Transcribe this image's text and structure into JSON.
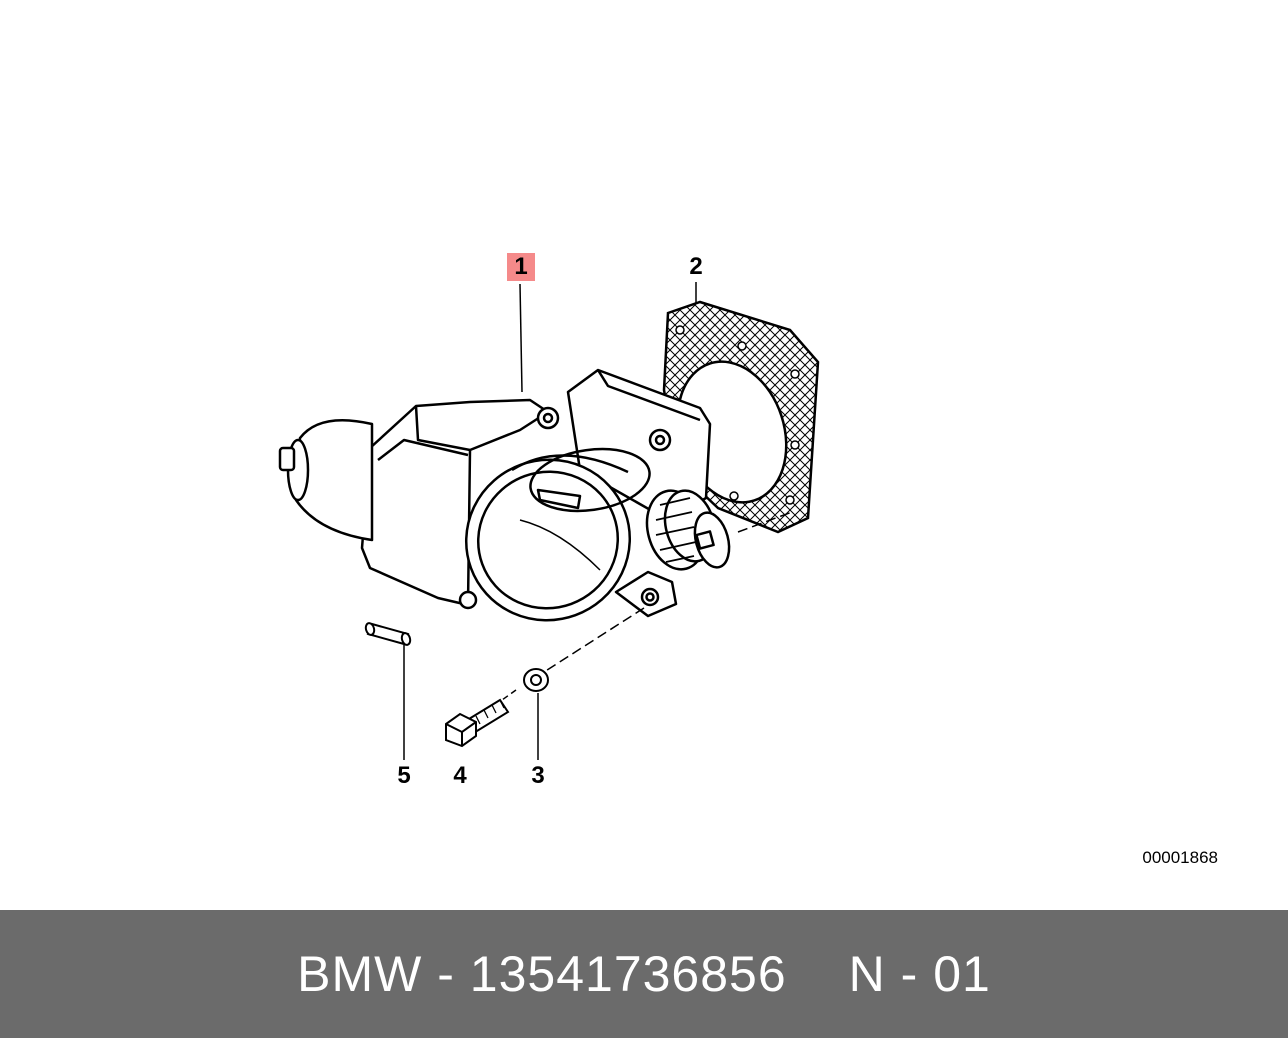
{
  "diagram": {
    "callouts": [
      {
        "id": "1",
        "label": "1",
        "highlighted": true
      },
      {
        "id": "2",
        "label": "2",
        "highlighted": false
      },
      {
        "id": "3",
        "label": "3",
        "highlighted": false
      },
      {
        "id": "4",
        "label": "4",
        "highlighted": false
      },
      {
        "id": "5",
        "label": "5",
        "highlighted": false
      }
    ],
    "reference_code": "00001868"
  },
  "footer": {
    "part_text": "BMW - 13541736856",
    "position_text": "N - 01"
  },
  "colors": {
    "highlight": "#f58a8a",
    "footer_bg": "#6b6b6b",
    "footer_text": "#ffffff",
    "line": "#000000"
  }
}
